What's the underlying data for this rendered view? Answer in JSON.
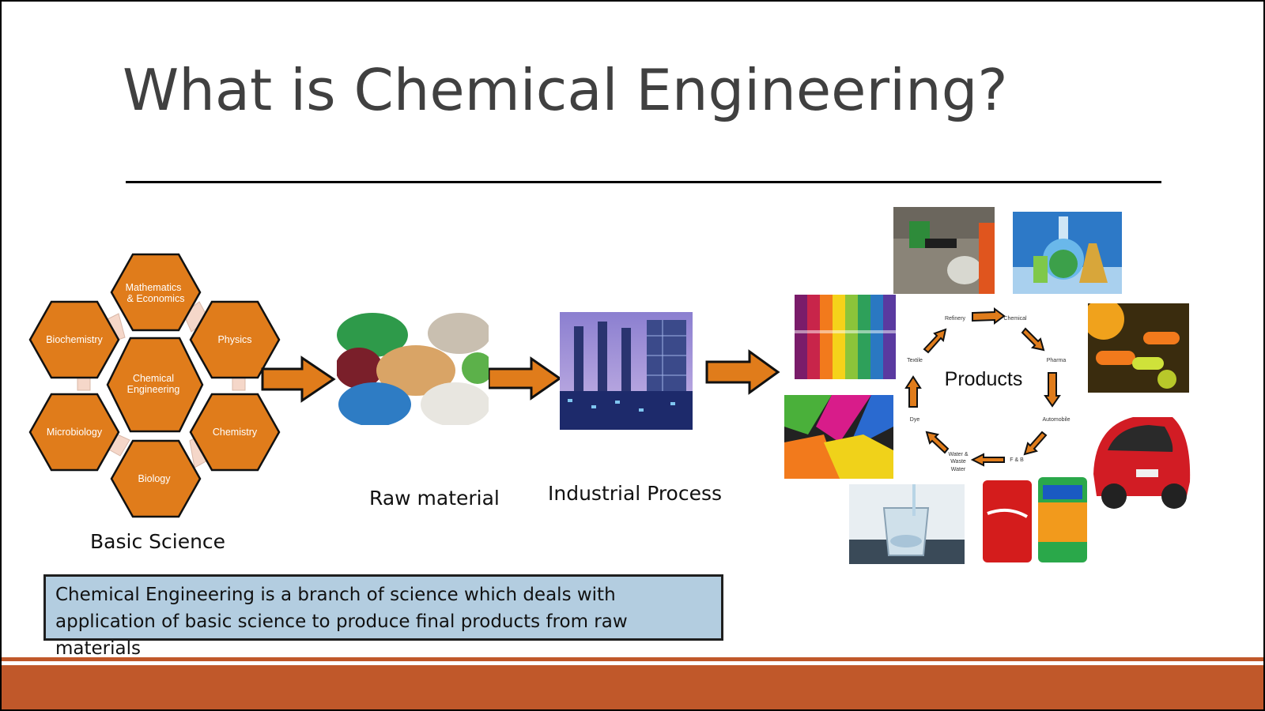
{
  "title": "What is Chemical Engineering?",
  "hexagons": {
    "center": [
      "Chemical",
      "Engineering"
    ],
    "top": [
      "Mathematics",
      "& Economics"
    ],
    "upper_left": [
      "Biochemistry"
    ],
    "upper_right": [
      "Physics"
    ],
    "lower_left": [
      "Microbiology"
    ],
    "lower_right": [
      "Chemistry"
    ],
    "bottom": [
      "Biology"
    ]
  },
  "labels": {
    "basic_science": "Basic Science",
    "raw_material": "Raw material",
    "industrial_process": "Industrial Process"
  },
  "products_cycle": {
    "center_label": "Products",
    "items": {
      "refinery": "Refinery",
      "chemical": "Chemical",
      "pharma": "Pharma",
      "automobile": "Automobile",
      "fnb": "F & B",
      "water": [
        "Water &",
        "Waste",
        "Water"
      ],
      "dye": "Dye",
      "textile": "Textile"
    }
  },
  "definition": "Chemical Engineering is a branch of science which deals with application of basic science to produce final products from raw materials",
  "colors": {
    "hex_fill": "#e07c1b",
    "arrow_fill": "#e07c1b",
    "definition_bg": "#b3cde0",
    "footer": "#c0582a"
  }
}
